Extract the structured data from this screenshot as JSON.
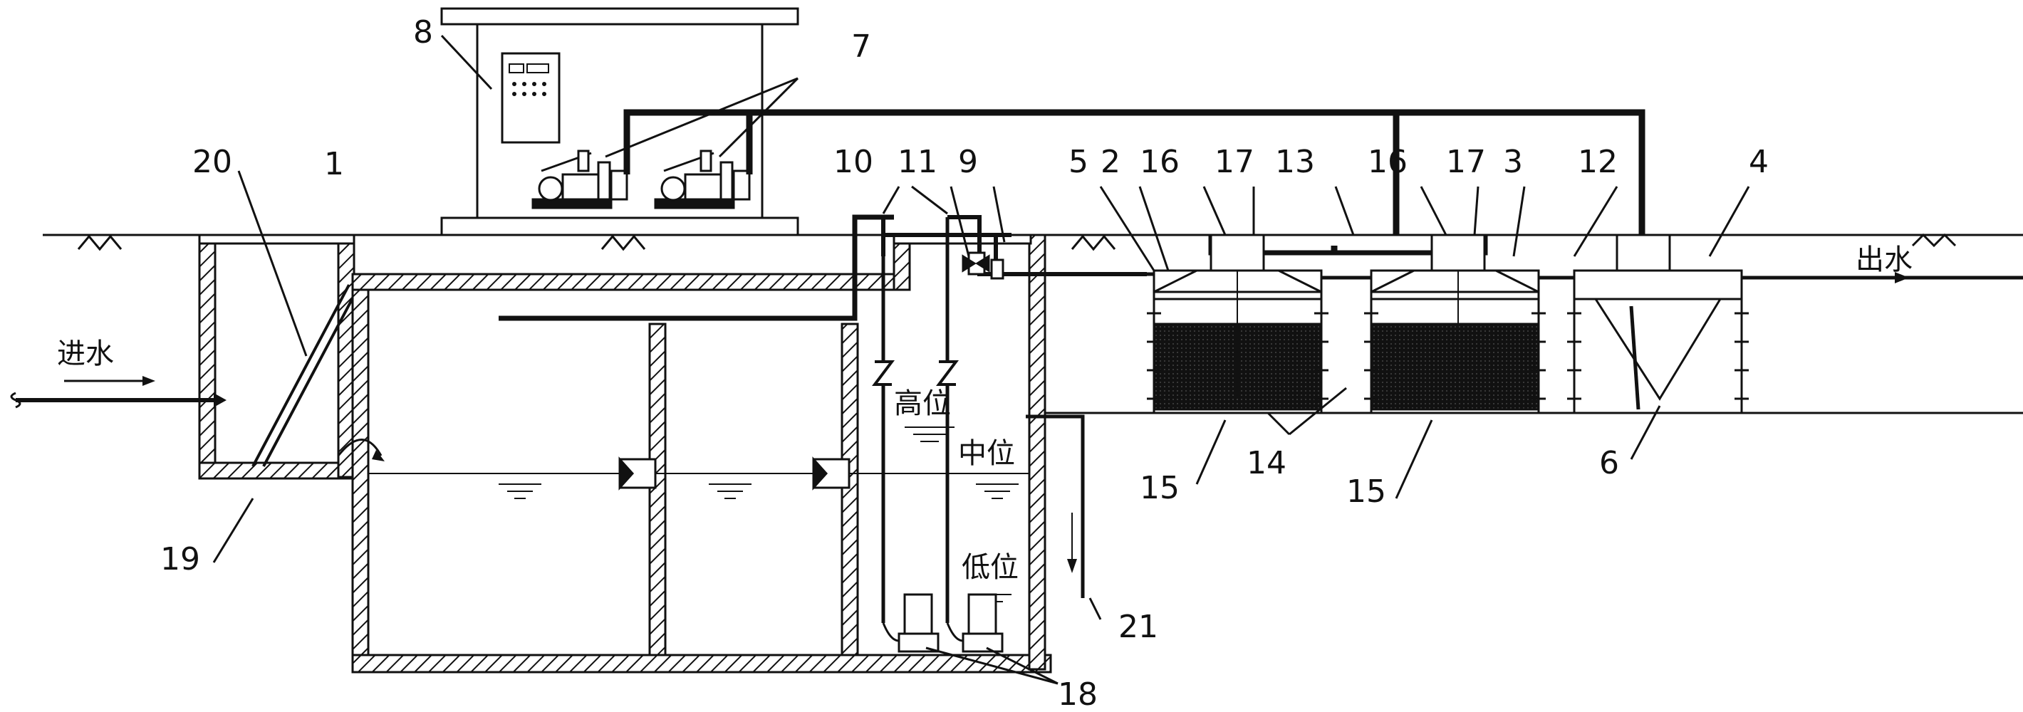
{
  "labels": {
    "n1": "1",
    "n2": "2",
    "n3": "3",
    "n4": "4",
    "n5": "5",
    "n6": "6",
    "n7": "7",
    "n8": "8",
    "n9": "9",
    "n10": "10",
    "n11": "11",
    "n12": "12",
    "n13": "13",
    "n14": "14",
    "n15a": "15",
    "n15b": "15",
    "n16a": "16",
    "n16b": "16",
    "n17a": "17",
    "n17b": "17",
    "n18": "18",
    "n19": "19",
    "n20": "20",
    "n21": "21"
  },
  "text": {
    "inflow": "进水",
    "outflow": "出水",
    "level_high": "高位",
    "level_mid": "中位",
    "level_low": "低位"
  }
}
